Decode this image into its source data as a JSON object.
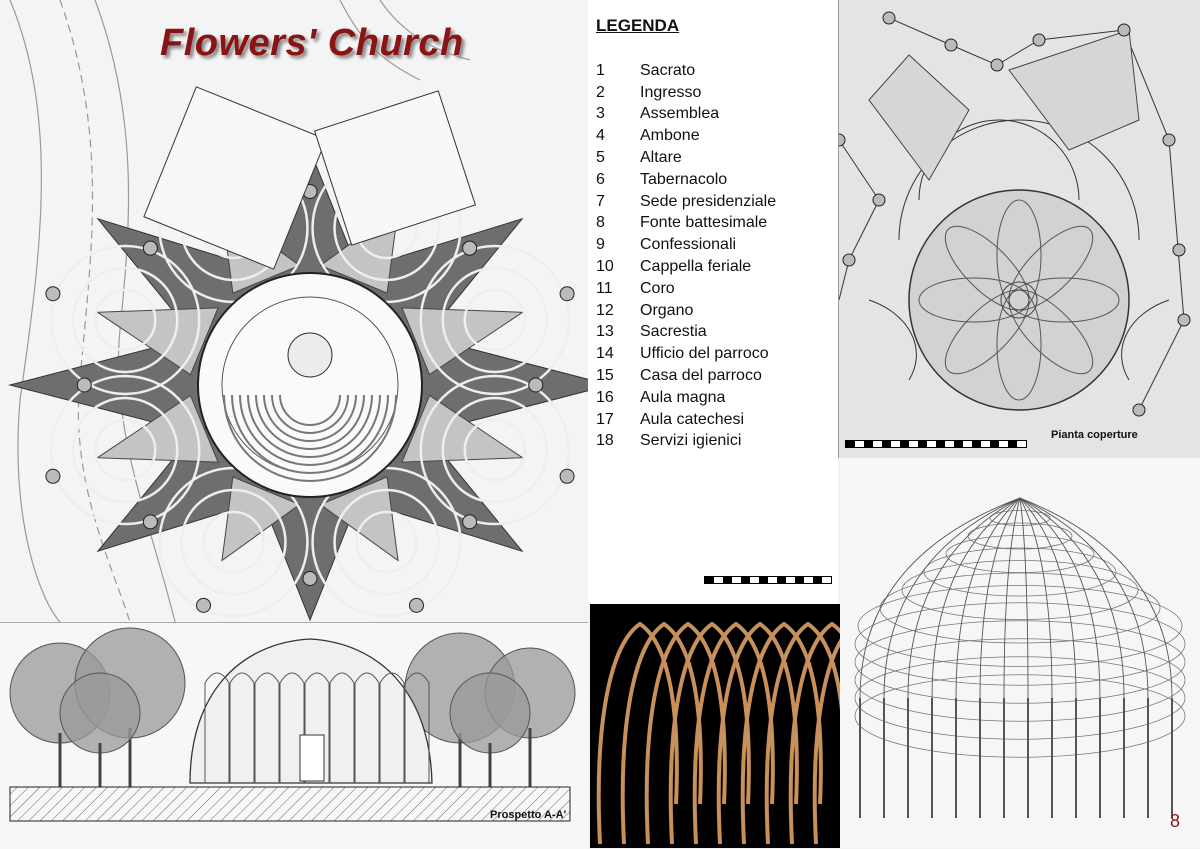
{
  "title": "Flowers' Church",
  "legend": {
    "heading": "LEGENDA",
    "items": [
      {
        "num": "1",
        "label": "Sacrato"
      },
      {
        "num": "2",
        "label": "Ingresso"
      },
      {
        "num": "3",
        "label": "Assemblea"
      },
      {
        "num": "4",
        "label": "Ambone"
      },
      {
        "num": "5",
        "label": "Altare"
      },
      {
        "num": "6",
        "label": "Tabernacolo"
      },
      {
        "num": "7",
        "label": "Sede presidenziale"
      },
      {
        "num": "8",
        "label": "Fonte battesimale"
      },
      {
        "num": "9",
        "label": "Confessionali"
      },
      {
        "num": "10",
        "label": "Cappella feriale"
      },
      {
        "num": "11",
        "label": "Coro"
      },
      {
        "num": "12",
        "label": "Organo"
      },
      {
        "num": "13",
        "label": "Sacrestia"
      },
      {
        "num": "14",
        "label": "Ufficio del parroco"
      },
      {
        "num": "15",
        "label": "Casa del parroco"
      },
      {
        "num": "16",
        "label": "Aula magna"
      },
      {
        "num": "17",
        "label": "Aula catechesi"
      },
      {
        "num": "18",
        "label": "Servizi igienici"
      }
    ]
  },
  "roof_caption": "Pianta coperture",
  "elevation_caption": "Prospetto A-A'",
  "page_number": "8",
  "colors": {
    "title": "#8a1414",
    "star": "#6e6e6e",
    "rib": "#c8905a"
  }
}
